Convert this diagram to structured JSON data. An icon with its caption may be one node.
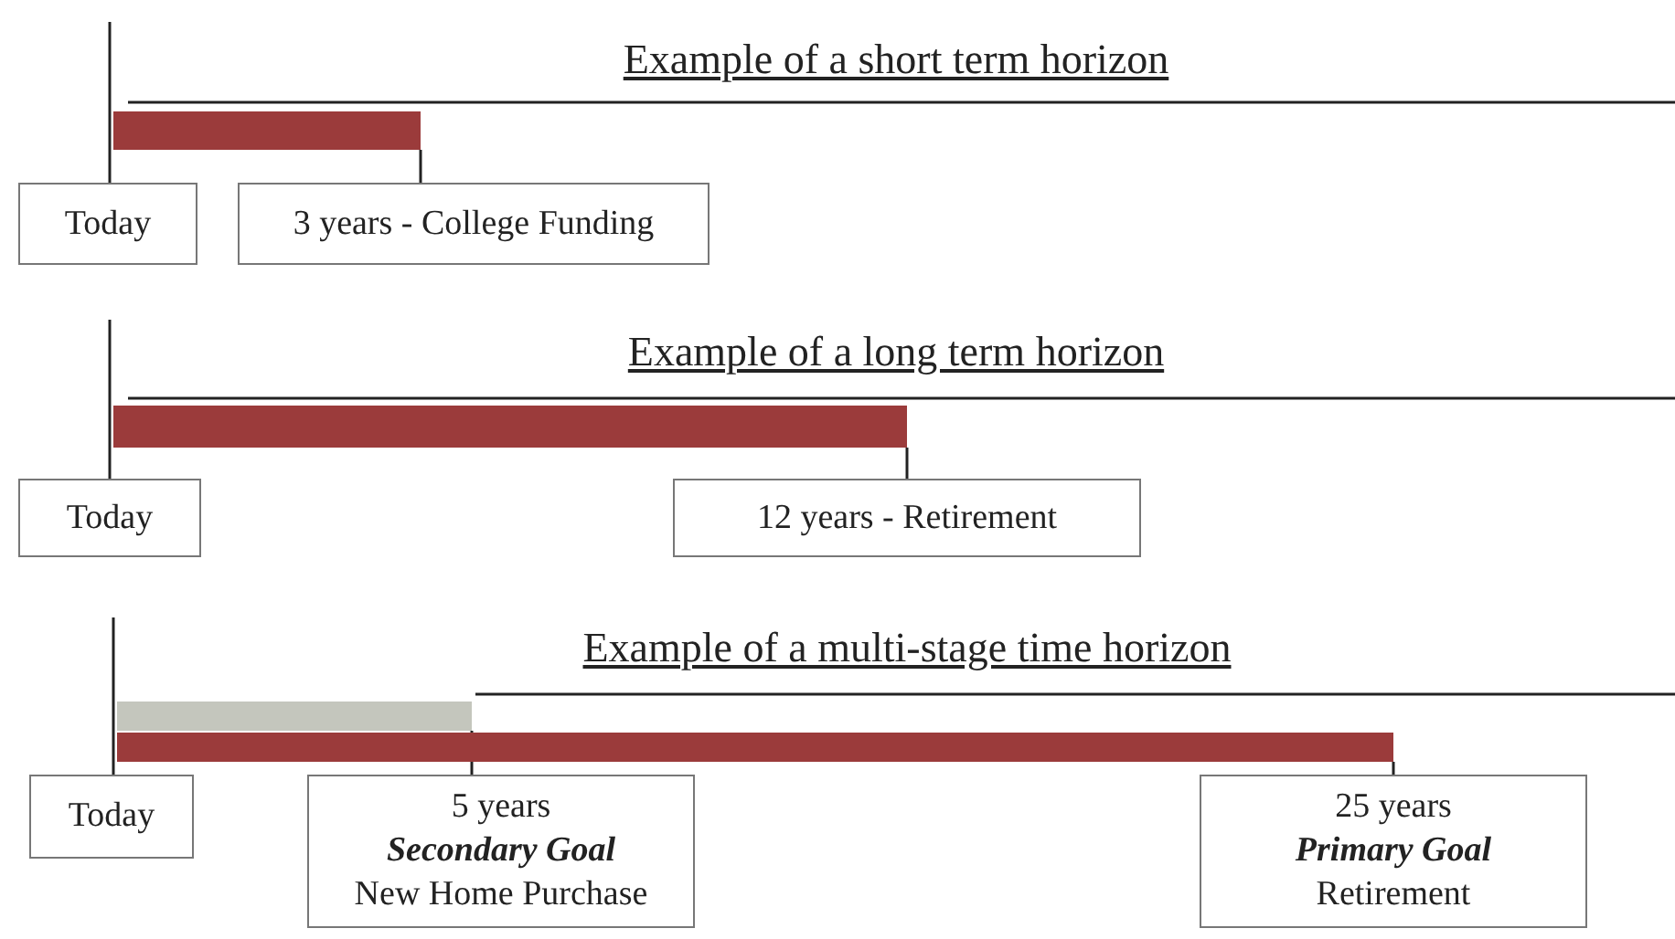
{
  "diagram": {
    "nodes": [
      {
        "text": [
          "Today"
        ]
      },
      {
        "text": [
          "3 years - College Funding"
        ]
      },
      {
        "text": [
          "Today"
        ]
      },
      {
        "text": [
          "12 years - Retirement"
        ]
      },
      {
        "text": [
          "Today"
        ]
      },
      {
        "text": [
          "5 years",
          "Secondary Goal",
          "New Home Purchase"
        ]
      },
      {
        "text": [
          "25 years",
          "Primary Goal",
          "Retirement"
        ]
      },
      {
        "text": [],
        "shape": "bar"
      },
      {
        "text": [],
        "shape": "bar"
      },
      {
        "text": [],
        "shape": "bar"
      },
      {
        "text": [],
        "shape": "bar"
      }
    ],
    "edges": [
      {
        "from": 0,
        "to": null,
        "arrow": "none"
      },
      {
        "from": 1,
        "to": 7,
        "arrow": "none"
      },
      {
        "from": 2,
        "to": null,
        "arrow": "none"
      },
      {
        "from": 3,
        "to": 8,
        "arrow": "none"
      },
      {
        "from": 4,
        "to": null,
        "arrow": "none"
      },
      {
        "from": 5,
        "to": 9,
        "arrow": "none"
      },
      {
        "from": 6,
        "to": 10,
        "arrow": "none"
      }
    ],
    "labels": [
      "Example of a short term horizon",
      "Example of a long term horizon",
      "Example of a multi-stage time horizon"
    ]
  }
}
